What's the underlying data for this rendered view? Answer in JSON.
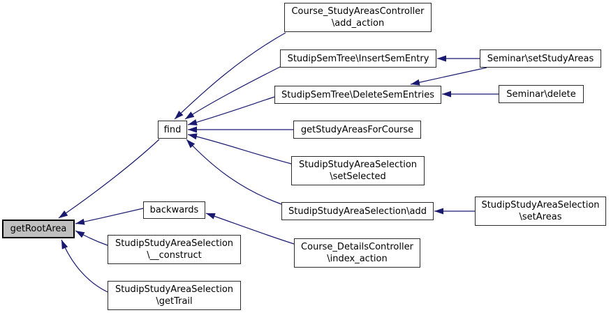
{
  "diagram": {
    "kind": "doxygen-caller-graph",
    "focus_node": "getRootArea",
    "colors": {
      "edge": "#191970",
      "node_border": "#2b2b2b",
      "node_fill": "#ffffff",
      "focus_fill": "#bfbfbf",
      "background": "#ffffff",
      "text": "#000000"
    },
    "nodes": {
      "getRootArea": {
        "line1": "getRootArea"
      },
      "find": {
        "line1": "find"
      },
      "backwards": {
        "line1": "backwards"
      },
      "construct": {
        "line1": "StudipStudyAreaSelection",
        "line2": "\\__construct"
      },
      "getTrail": {
        "line1": "StudipStudyAreaSelection",
        "line2": "\\getTrail"
      },
      "addAction": {
        "line1": "Course_StudyAreasController",
        "line2": "\\add_action"
      },
      "insertSemEntry": {
        "line1": "StudipSemTree\\InsertSemEntry"
      },
      "deleteSemEntries": {
        "line1": "StudipSemTree\\DeleteSemEntries"
      },
      "getStudyAreasForCourse": {
        "line1": "getStudyAreasForCourse"
      },
      "setSelected": {
        "line1": "StudipStudyAreaSelection",
        "line2": "\\setSelected"
      },
      "add": {
        "line1": "StudipStudyAreaSelection\\add"
      },
      "indexAction": {
        "line1": "Course_DetailsController",
        "line2": "\\index_action"
      },
      "setStudyAreas": {
        "line1": "Seminar\\setStudyAreas"
      },
      "seminarDelete": {
        "line1": "Seminar\\delete"
      },
      "setAreas": {
        "line1": "StudipStudyAreaSelection",
        "line2": "\\setAreas"
      }
    },
    "edges": [
      {
        "from": "find",
        "to": "getRootArea"
      },
      {
        "from": "backwards",
        "to": "getRootArea"
      },
      {
        "from": "StudipStudyAreaSelection\\__construct",
        "to": "getRootArea"
      },
      {
        "from": "StudipStudyAreaSelection\\getTrail",
        "to": "getRootArea"
      },
      {
        "from": "Course_StudyAreasController\\add_action",
        "to": "find"
      },
      {
        "from": "StudipSemTree\\InsertSemEntry",
        "to": "find"
      },
      {
        "from": "StudipSemTree\\DeleteSemEntries",
        "to": "find"
      },
      {
        "from": "getStudyAreasForCourse",
        "to": "find"
      },
      {
        "from": "StudipStudyAreaSelection\\setSelected",
        "to": "find"
      },
      {
        "from": "StudipStudyAreaSelection\\add",
        "to": "find"
      },
      {
        "from": "Course_DetailsController\\index_action",
        "to": "backwards"
      },
      {
        "from": "Seminar\\setStudyAreas",
        "to": "StudipSemTree\\InsertSemEntry"
      },
      {
        "from": "Seminar\\setStudyAreas",
        "to": "StudipSemTree\\DeleteSemEntries"
      },
      {
        "from": "Seminar\\delete",
        "to": "StudipSemTree\\DeleteSemEntries"
      },
      {
        "from": "StudipStudyAreaSelection\\setAreas",
        "to": "StudipStudyAreaSelection\\add"
      }
    ]
  }
}
